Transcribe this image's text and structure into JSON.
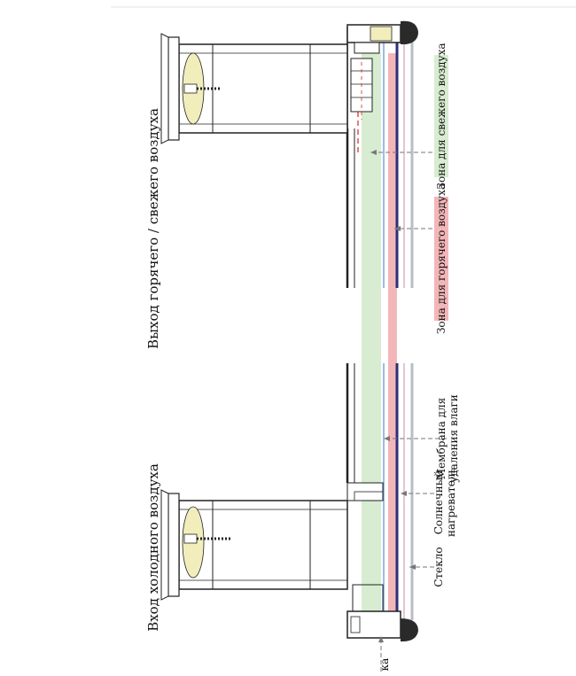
{
  "labels": {
    "outlet": "Выход горячего / свежего воздуха",
    "inlet": "Вход холодного воздуха",
    "zone_fresh": "Зона для свежего воздуха",
    "zone_hot": "Зона для горячего воздуха",
    "membrane_line1": "Мембрана для",
    "membrane_line2": "удаления влаги",
    "heater_line1": "Солнечный",
    "heater_line2": "нагреватель",
    "glass": "Стекло",
    "section_mark": "ка"
  },
  "colors": {
    "fresh_zone": "#d7ecd0",
    "hot_zone": "#f3b6b8",
    "membrane": "#2c2f7a",
    "glass": "#b9bcc8",
    "frame": "#2a2a2a",
    "cap": "#f2eebc",
    "leader": "#777777"
  }
}
